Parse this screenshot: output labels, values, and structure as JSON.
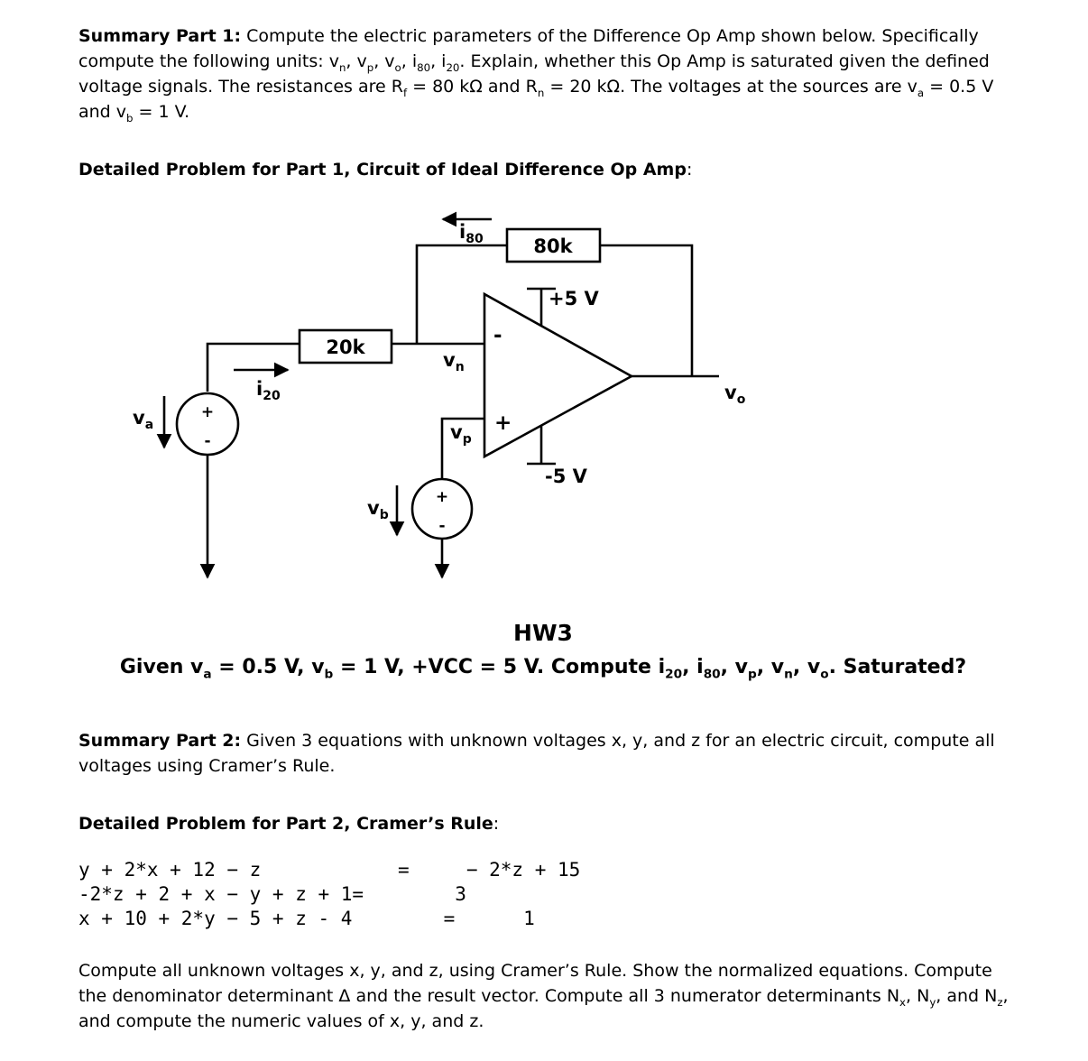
{
  "part1": {
    "summary": [
      {
        "b": "Summary Part 1:"
      },
      {
        "t": " Compute the electric parameters of the Difference Op Amp shown below. Specifically compute the following units: v"
      },
      {
        "sub": "n"
      },
      {
        "t": ", v"
      },
      {
        "sub": "p"
      },
      {
        "t": ", v"
      },
      {
        "sub": "o"
      },
      {
        "t": ", i"
      },
      {
        "sub": "80"
      },
      {
        "t": ", i"
      },
      {
        "sub": "20"
      },
      {
        "t": ". Explain, whether this Op Amp is saturated given the defined voltage signals. The resistances are R"
      },
      {
        "sub": "f"
      },
      {
        "t": " = 80 kΩ and R"
      },
      {
        "sub": "n"
      },
      {
        "t": " = 20 kΩ. The voltages at the sources are v"
      },
      {
        "sub": "a"
      },
      {
        "t": " = 0.5 V and v"
      },
      {
        "sub": "b"
      },
      {
        "t": " = 1 V."
      }
    ],
    "heading": [
      {
        "b": "Detailed Problem for Part 1, Circuit of Ideal Difference Op Amp"
      },
      {
        "t": ":"
      }
    ]
  },
  "circuit": {
    "labels": {
      "i80": {
        "base": "i",
        "sub": "80"
      },
      "i20": {
        "base": "i",
        "sub": "20"
      },
      "vn": {
        "base": "v",
        "sub": "n"
      },
      "vp": {
        "base": "v",
        "sub": "p"
      },
      "vo": {
        "base": "v",
        "sub": "o"
      },
      "va": {
        "base": "v",
        "sub": "a"
      },
      "vb": {
        "base": "v",
        "sub": "b"
      },
      "r_feedback": "80k",
      "r_input": "20k",
      "supply_pos": "+5 V",
      "supply_neg": "-5 V",
      "opamp_inverting": "-",
      "opamp_noninverting": "+",
      "va_plus": "+",
      "va_minus": "-",
      "vb_plus": "+",
      "vb_minus": "-"
    }
  },
  "hw3": {
    "title": "HW3",
    "line": [
      {
        "t": "Given v"
      },
      {
        "sub": "a"
      },
      {
        "t": " = 0.5 V, v"
      },
      {
        "sub": "b"
      },
      {
        "t": " = 1 V, +VCC = 5 V. Compute i"
      },
      {
        "sub": "20"
      },
      {
        "t": ", i"
      },
      {
        "sub": "80"
      },
      {
        "t": ", v"
      },
      {
        "sub": "p"
      },
      {
        "t": ", v"
      },
      {
        "sub": "n"
      },
      {
        "t": ", v"
      },
      {
        "sub": "o"
      },
      {
        "t": ". Saturated?"
      }
    ]
  },
  "part2": {
    "summary": [
      {
        "b": "Summary Part 2:"
      },
      {
        "t": " Given 3 equations with unknown voltages x, y, and z for an electric circuit, compute all voltages using Cramer’s Rule."
      }
    ],
    "heading": [
      {
        "b": "Detailed Problem for Part 2, Cramer’s Rule"
      },
      {
        "t": ":"
      }
    ],
    "equations": [
      "y + 2*x + 12 − z            =     − 2*z + 15",
      "-2*z + 2 + x − y + z + 1=        3",
      "x + 10 + 2*y − 5 + z - 4        =      1"
    ],
    "closing": [
      {
        "t": "Compute all unknown voltages x, y, and z, using Cramer’s Rule. Show the normalized equations. Compute the denominator determinant Δ and the result vector. Compute all 3 numerator determinants N"
      },
      {
        "sub": "x"
      },
      {
        "t": ", N"
      },
      {
        "sub": "y"
      },
      {
        "t": ", and N"
      },
      {
        "sub": "z"
      },
      {
        "t": ", and compute the numeric values of x, y, and z."
      }
    ]
  }
}
